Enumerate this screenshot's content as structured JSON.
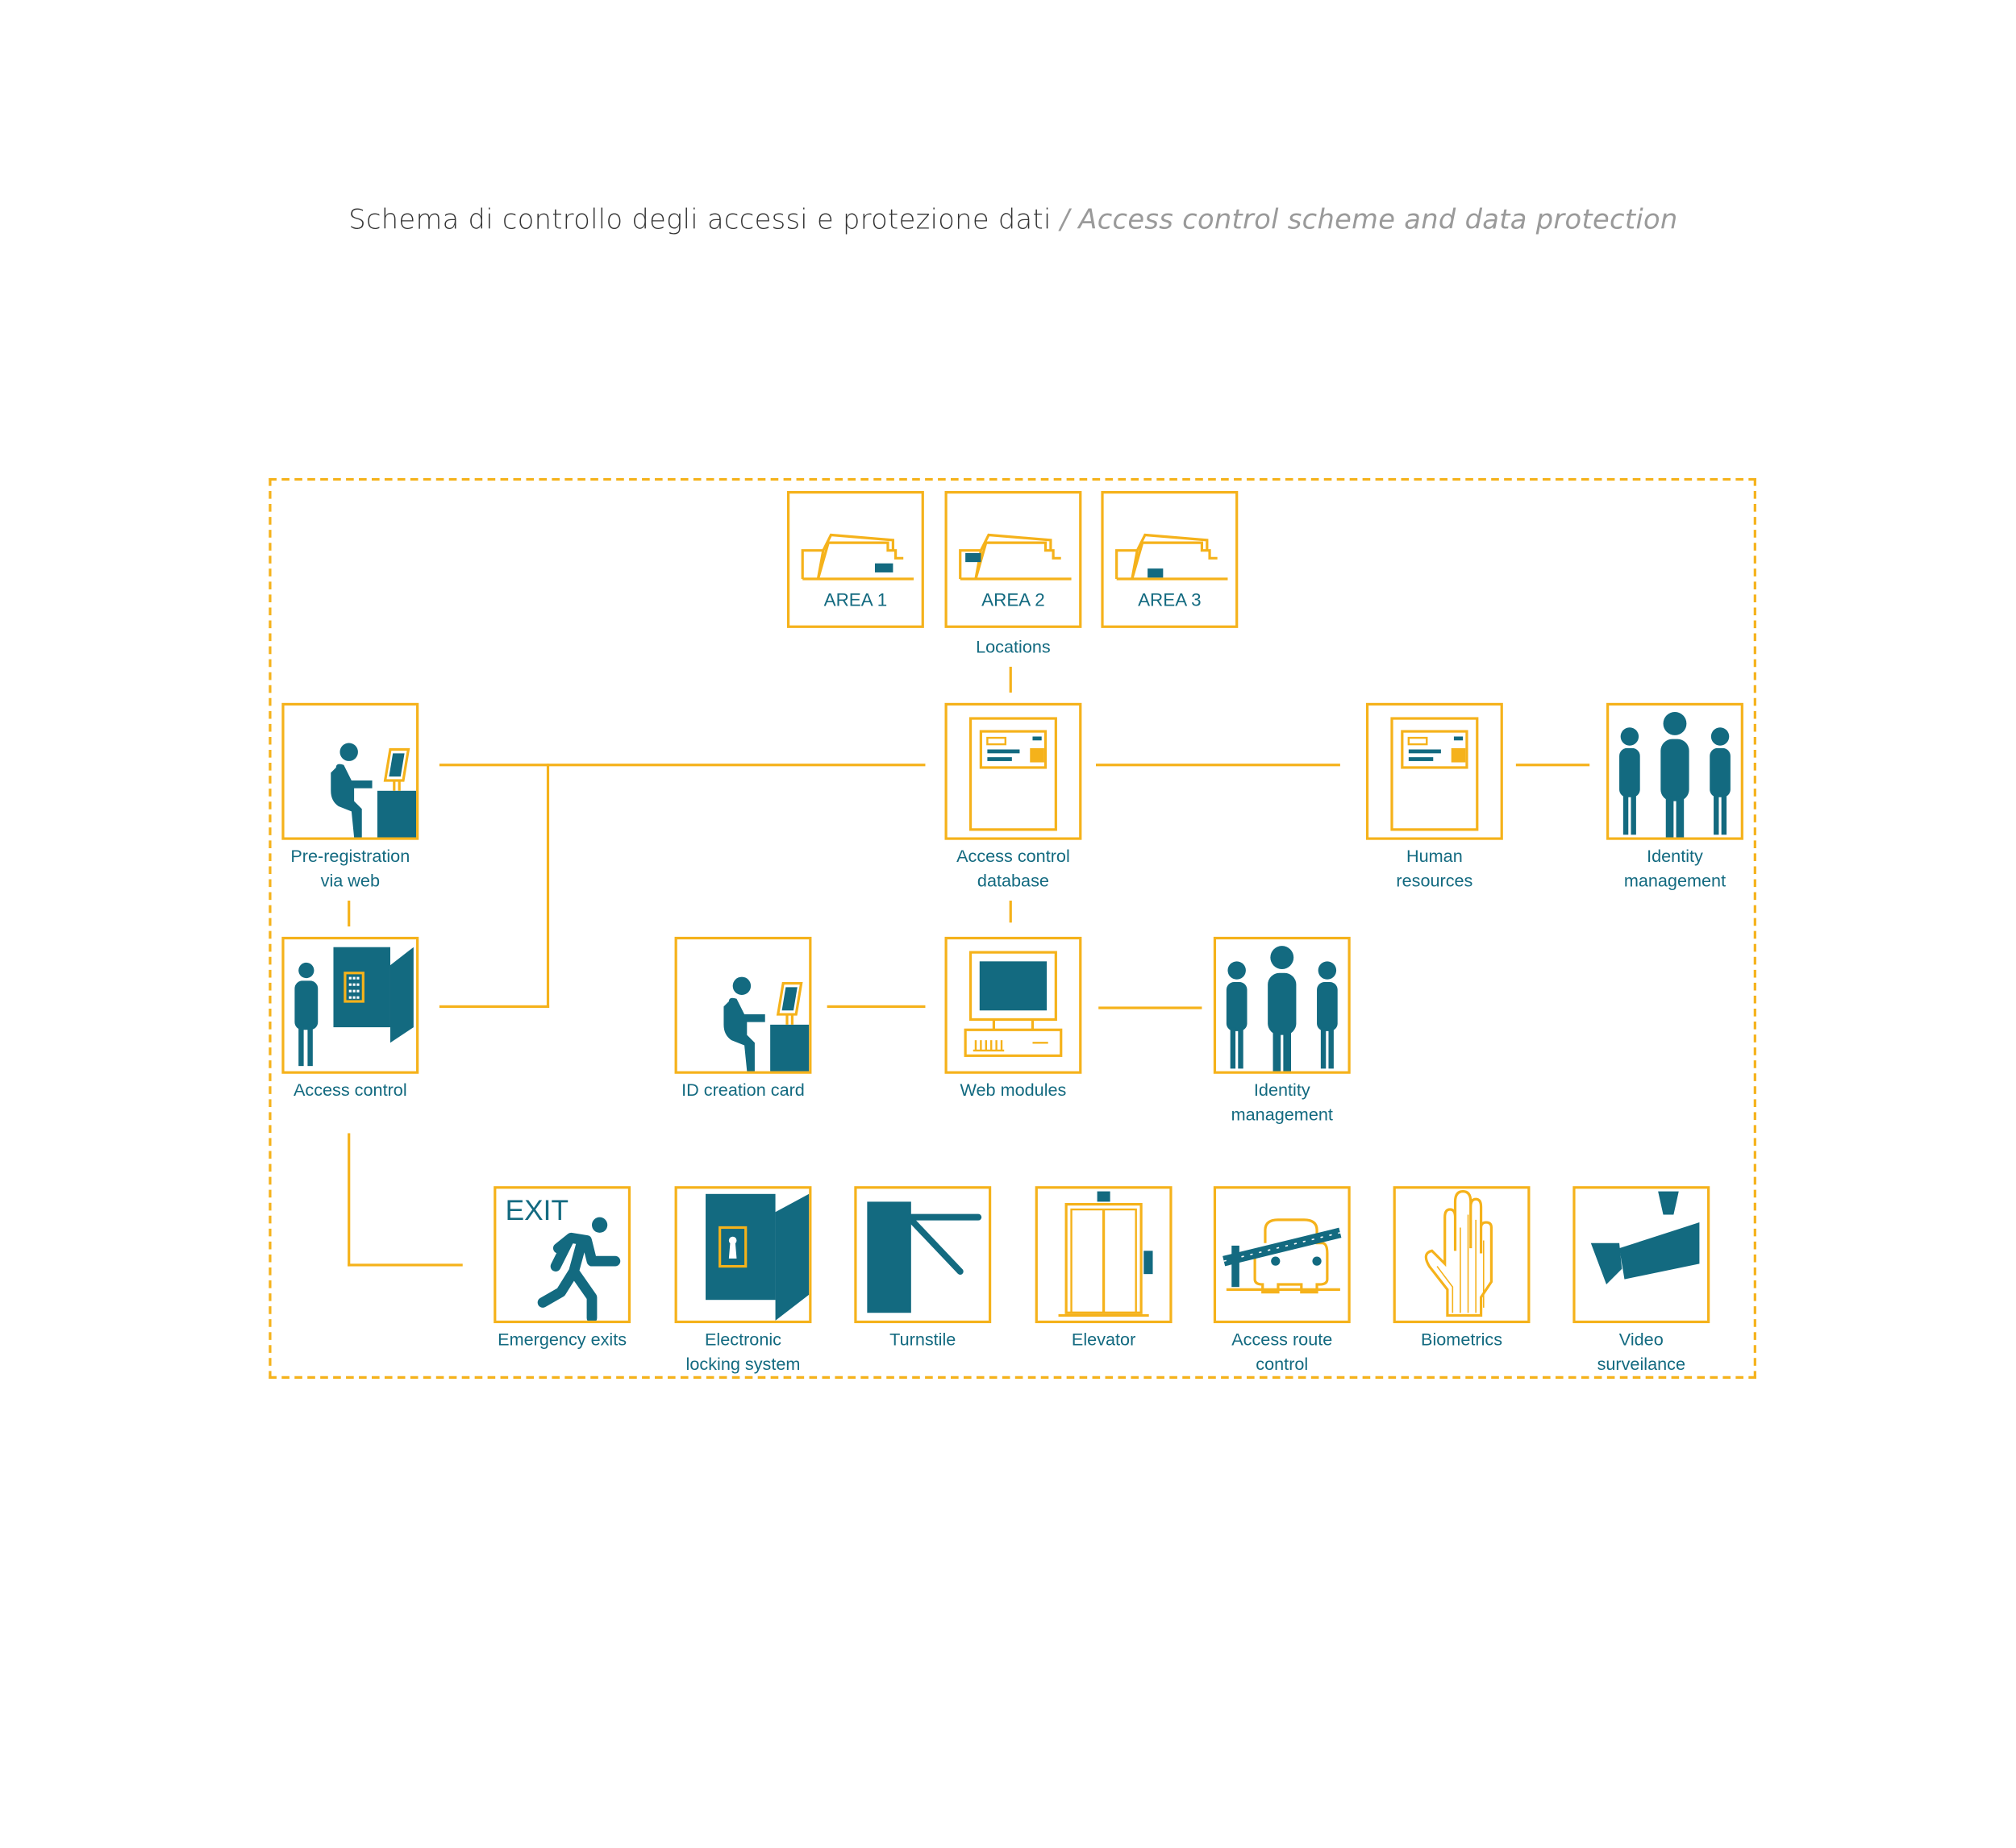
{
  "title": {
    "it": "Schema di controllo degli accessi e protezione dati",
    "separator": " / ",
    "en": "Access control scheme and data protection"
  },
  "colors": {
    "accent": "#F5B21B",
    "primary": "#136A80",
    "title": "#333333",
    "subtitle": "#9A9A9A"
  },
  "locations": {
    "label": "Locations",
    "areas": [
      {
        "label": "AREA 1"
      },
      {
        "label": "AREA 2"
      },
      {
        "label": "AREA 3"
      }
    ]
  },
  "nodes": {
    "pre_registration": {
      "line1": "Pre-registration",
      "line2": "via web",
      "icon": "person-at-computer-icon"
    },
    "access_control_db": {
      "line1": "Access control",
      "line2": "database",
      "icon": "database-cabinet-icon"
    },
    "human_resources": {
      "line1": "Human",
      "line2": "resources",
      "icon": "database-cabinet-icon"
    },
    "identity_mgmt_top": {
      "line1": "Identity",
      "line2": "management",
      "icon": "people-group-icon"
    },
    "access_control": {
      "line1": "Access control",
      "icon": "person-door-keypad-icon"
    },
    "id_creation": {
      "line1": "ID creation card",
      "icon": "person-at-computer-icon"
    },
    "web_modules": {
      "line1": "Web modules",
      "icon": "desktop-computer-icon"
    },
    "identity_mgmt_mid": {
      "line1": "Identity",
      "line2": "management",
      "icon": "people-group-icon"
    },
    "emergency_exits": {
      "line1": "Emergency exits",
      "sign": "EXIT",
      "icon": "running-exit-icon"
    },
    "electronic_locking": {
      "line1": "Electronic",
      "line2": "locking system",
      "icon": "door-keyhole-icon"
    },
    "turnstile": {
      "line1": "Turnstile",
      "icon": "turnstile-icon"
    },
    "elevator": {
      "line1": "Elevator",
      "icon": "elevator-icon"
    },
    "access_route": {
      "line1": "Access route",
      "line2": "control",
      "icon": "car-barrier-icon"
    },
    "biometrics": {
      "line1": "Biometrics",
      "icon": "hand-icon"
    },
    "video": {
      "line1": "Video",
      "line2": "surveilance",
      "icon": "camera-icon"
    }
  }
}
